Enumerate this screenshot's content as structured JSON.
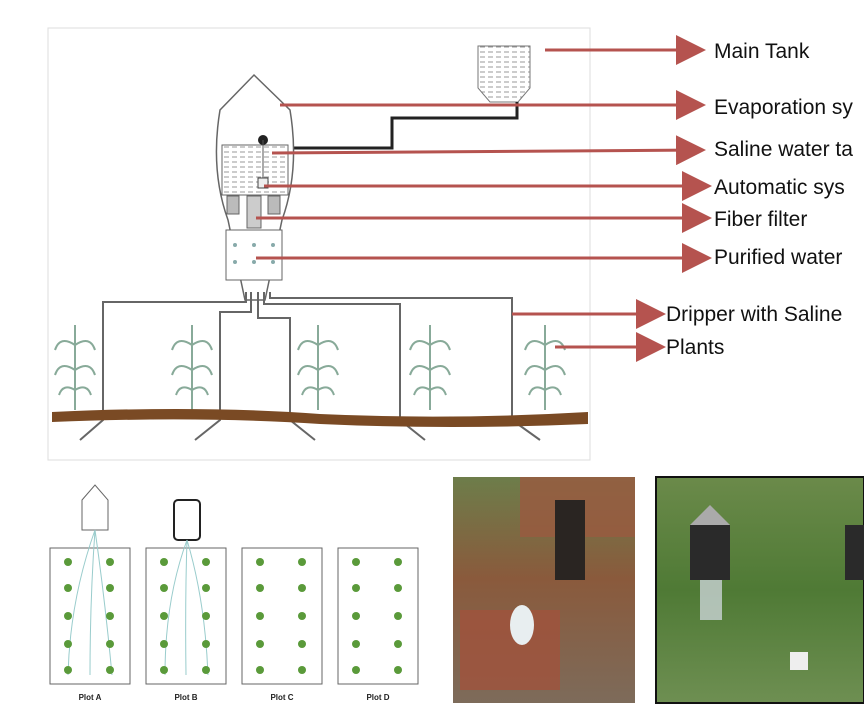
{
  "diagram": {
    "labels": {
      "main_tank": "Main Tank",
      "evaporation": "Evaporation sy",
      "saline_tank": "Saline water ta",
      "automatic": "Automatic sys",
      "fiber_filter": "Fiber filter",
      "purified_water": "Purified water",
      "dripper": "Dripper with Saline",
      "plants": "Plants"
    },
    "plots": [
      "Plot A",
      "Plot B",
      "Plot C",
      "Plot D"
    ],
    "colors": {
      "arrow": "#b5534f",
      "soil": "#7a4a24",
      "pipe": "#555555"
    }
  }
}
